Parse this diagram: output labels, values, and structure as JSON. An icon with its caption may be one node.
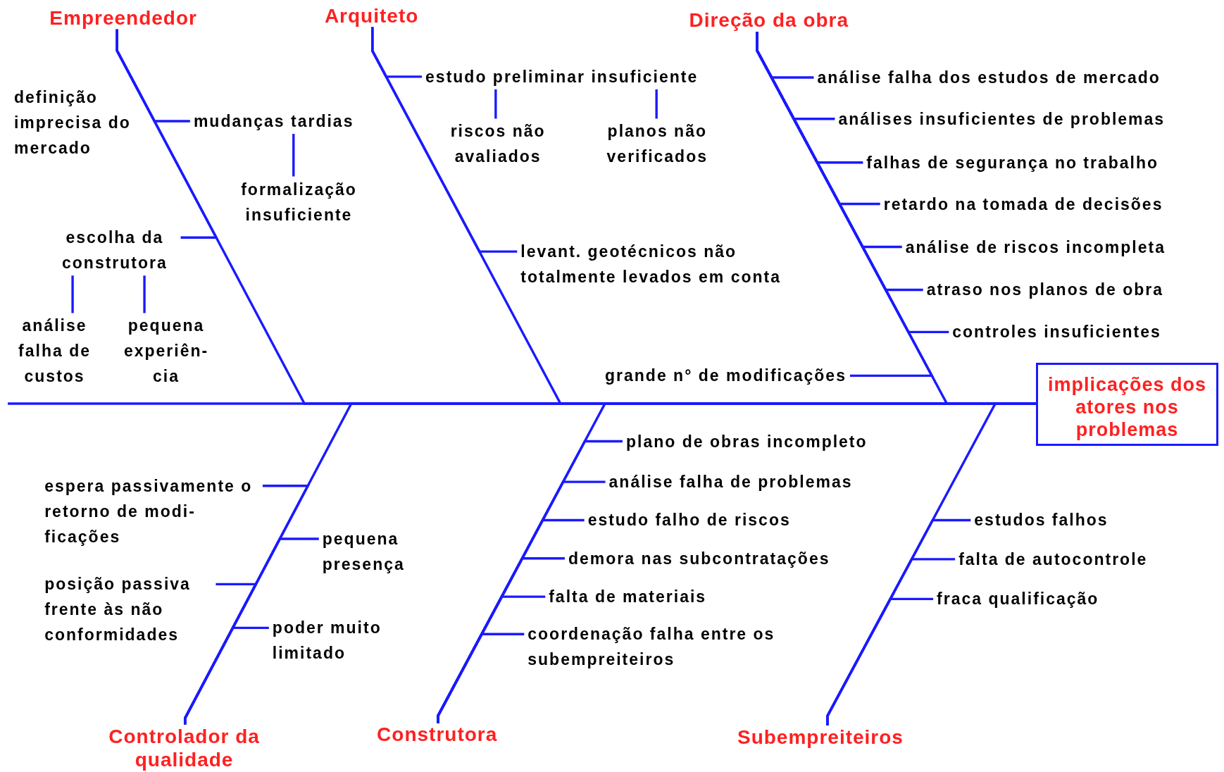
{
  "diagram": {
    "nodes": [
      {
        "text": [
          "Empreendedor"
        ]
      },
      {
        "text": [
          "Arquiteto"
        ]
      },
      {
        "text": [
          "Direção da obra"
        ]
      },
      {
        "text": [
          "Controlador da qualidade"
        ]
      },
      {
        "text": [
          "Construtora"
        ]
      },
      {
        "text": [
          "Subempreiteiros"
        ]
      },
      {
        "text": [
          "implicações dos atores nos problemas"
        ]
      },
      {
        "text": [
          "definição imprecisa do mercado"
        ]
      },
      {
        "text": [
          "mudanças tardias"
        ]
      },
      {
        "text": [
          "formalização insuficiente"
        ]
      },
      {
        "text": [
          "escolha da construtora"
        ]
      },
      {
        "text": [
          "análise falha de custos"
        ]
      },
      {
        "text": [
          "pequena experiên- cia"
        ]
      },
      {
        "text": [
          "estudo preliminar insuficiente"
        ]
      },
      {
        "text": [
          "riscos não avaliados"
        ]
      },
      {
        "text": [
          "planos não verificados"
        ]
      },
      {
        "text": [
          "levant. geotécnicos não totalmente levados em conta"
        ]
      },
      {
        "text": [
          "análise falha dos estudos de mercado"
        ]
      },
      {
        "text": [
          "análises insuficientes de problemas"
        ]
      },
      {
        "text": [
          "falhas de segurança no trabalho"
        ]
      },
      {
        "text": [
          "retardo na tomada de decisões"
        ]
      },
      {
        "text": [
          "análise de riscos incompleta"
        ]
      },
      {
        "text": [
          "atraso nos planos de obra"
        ]
      },
      {
        "text": [
          "controles insuficientes"
        ]
      },
      {
        "text": [
          "grande n° de modificações"
        ]
      },
      {
        "text": [
          "espera passivamente o retorno de modi- ficações"
        ]
      },
      {
        "text": [
          "pequena presença"
        ]
      },
      {
        "text": [
          "posição passiva frente às não conformidades"
        ]
      },
      {
        "text": [
          "poder muito limitado"
        ]
      },
      {
        "text": [
          "plano de obras incompleto"
        ]
      },
      {
        "text": [
          "análise falha de problemas"
        ]
      },
      {
        "text": [
          "estudo falho de riscos"
        ]
      },
      {
        "text": [
          "demora nas subcontratações"
        ]
      },
      {
        "text": [
          "falta de materiais"
        ]
      },
      {
        "text": [
          "coordenação falha entre os subempreiteiros"
        ]
      },
      {
        "text": [
          "estudos falhos"
        ]
      },
      {
        "text": [
          "falta de autocontrole"
        ]
      },
      {
        "text": [
          "fraca qualificação"
        ]
      }
    ],
    "edges": [
      {
        "from": 0,
        "to": 6,
        "arrow": "none"
      },
      {
        "from": 1,
        "to": 6,
        "arrow": "none"
      },
      {
        "from": 2,
        "to": 6,
        "arrow": "none"
      },
      {
        "from": 3,
        "to": 6,
        "arrow": "none"
      },
      {
        "from": 4,
        "to": 6,
        "arrow": "none"
      },
      {
        "from": 5,
        "to": 6,
        "arrow": "none"
      },
      {
        "from": 7,
        "to": 0,
        "arrow": "none"
      },
      {
        "from": 8,
        "to": 0,
        "arrow": "none"
      },
      {
        "from": 9,
        "to": 8,
        "arrow": "none"
      },
      {
        "from": 10,
        "to": 0,
        "arrow": "none"
      },
      {
        "from": 11,
        "to": 10,
        "arrow": "none"
      },
      {
        "from": 12,
        "to": 10,
        "arrow": "none"
      },
      {
        "from": 13,
        "to": 1,
        "arrow": "none"
      },
      {
        "from": 14,
        "to": 13,
        "arrow": "none"
      },
      {
        "from": 15,
        "to": 13,
        "arrow": "none"
      },
      {
        "from": 16,
        "to": 1,
        "arrow": "none"
      },
      {
        "from": 17,
        "to": 2,
        "arrow": "none"
      },
      {
        "from": 18,
        "to": 2,
        "arrow": "none"
      },
      {
        "from": 19,
        "to": 2,
        "arrow": "none"
      },
      {
        "from": 20,
        "to": 2,
        "arrow": "none"
      },
      {
        "from": 21,
        "to": 2,
        "arrow": "none"
      },
      {
        "from": 22,
        "to": 2,
        "arrow": "none"
      },
      {
        "from": 23,
        "to": 2,
        "arrow": "none"
      },
      {
        "from": 24,
        "to": 2,
        "arrow": "none"
      },
      {
        "from": 25,
        "to": 3,
        "arrow": "none"
      },
      {
        "from": 26,
        "to": 3,
        "arrow": "none"
      },
      {
        "from": 27,
        "to": 3,
        "arrow": "none"
      },
      {
        "from": 28,
        "to": 3,
        "arrow": "none"
      },
      {
        "from": 29,
        "to": 4,
        "arrow": "none"
      },
      {
        "from": 30,
        "to": 4,
        "arrow": "none"
      },
      {
        "from": 31,
        "to": 4,
        "arrow": "none"
      },
      {
        "from": 32,
        "to": 4,
        "arrow": "none"
      },
      {
        "from": 33,
        "to": 4,
        "arrow": "none"
      },
      {
        "from": 34,
        "to": 4,
        "arrow": "none"
      },
      {
        "from": 35,
        "to": 5,
        "arrow": "none"
      },
      {
        "from": 36,
        "to": 5,
        "arrow": "none"
      },
      {
        "from": 37,
        "to": 5,
        "arrow": "none"
      }
    ]
  }
}
